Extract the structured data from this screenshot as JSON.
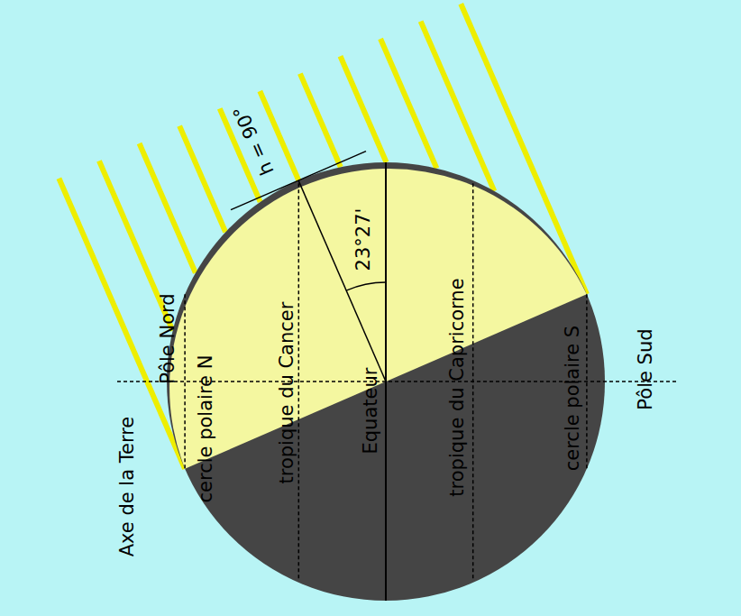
{
  "diagram": {
    "labels": [
      "h = 90°",
      "23°27'",
      "Axe de la Terre",
      "Pôle Nord",
      "cercle polaire N",
      "tropique du Cancer",
      "Equateur",
      "tropique du Capricorne",
      "cercle polaire S",
      "Pôle Sud"
    ]
  }
}
